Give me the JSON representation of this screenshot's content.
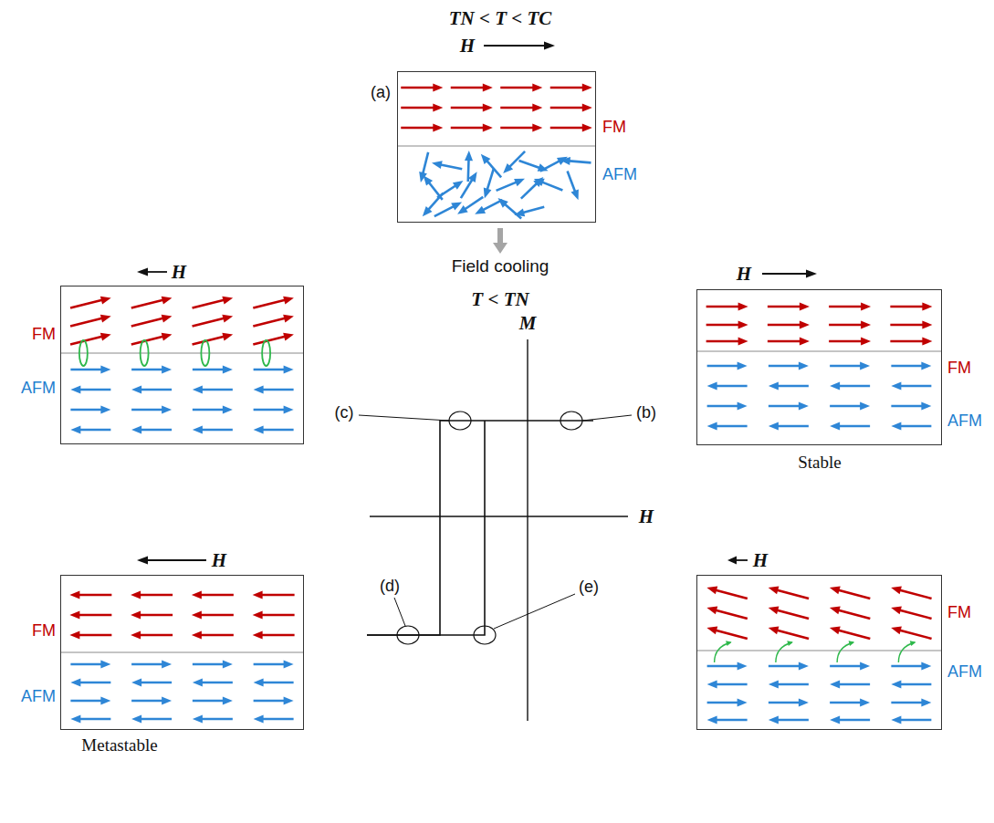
{
  "diagram": {
    "nodes": [
      {
        "text": [
          "(a)",
          "FM",
          "AFM"
        ]
      },
      {
        "text": [
          "FM",
          "AFM"
        ]
      },
      {
        "text": [
          "FM",
          "AFM",
          "Stable"
        ]
      },
      {
        "text": [
          "FM",
          "AFM",
          "Metastable"
        ]
      },
      {
        "text": [
          "FM",
          "AFM"
        ]
      }
    ],
    "labels": [
      "TN < T < TC",
      "H",
      "Field cooling",
      "T < TN",
      "H",
      "H",
      "M",
      "(c)",
      "(b)",
      "H",
      "(d)",
      "(e)",
      "H",
      "H"
    ]
  }
}
